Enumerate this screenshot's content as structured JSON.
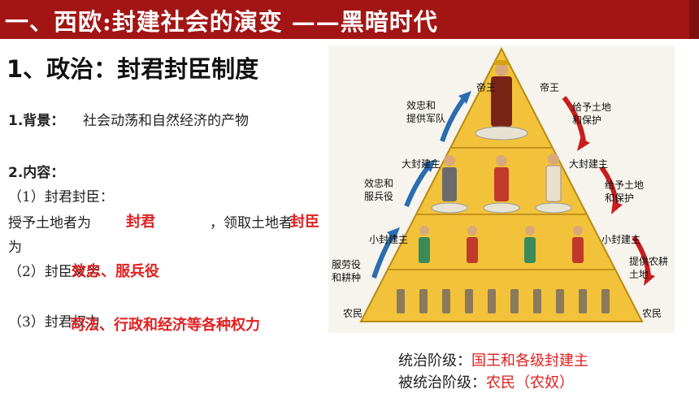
{
  "header": {
    "title": "一、西欧:封建社会的演变 ——黑暗时代"
  },
  "section": {
    "title": "1、政治：封君封臣制度"
  },
  "background": {
    "label": "1.背景：",
    "text": "社会动荡和自然经济的产物"
  },
  "content": {
    "label": "2.内容：",
    "item1": "（1）封君封臣：",
    "line1_a": "授予土地者为",
    "line1_red1": "封君",
    "line1_b": "，领取土地者",
    "line1_red2": "封臣",
    "line1_c": "为",
    "item2": "（2）封臣义务",
    "item2_red": "效忠、服兵役",
    "item3": "（3）封君权力",
    "item3_red": "司法、行政和经济等各种权力"
  },
  "pyramid": {
    "levels": [
      "帝王",
      "大封建主",
      "小封建主",
      "农民"
    ],
    "right_levels": [
      "帝王",
      "大封建主",
      "小封建主",
      "农民"
    ],
    "up_labels": [
      "效忠和\n提供军队",
      "效忠和\n服兵役",
      "服劳役\n和耕种"
    ],
    "down_labels": [
      "给予土地\n和保护",
      "给予土地\n和保护",
      "提供农耕\n土地"
    ]
  },
  "summary": {
    "ruling_label": "统治阶级：",
    "ruling_value": "国王和各级封建主",
    "ruled_label": "被统治阶级：",
    "ruled_value": "农民（农奴）"
  },
  "colors": {
    "title_bar": "#a31515",
    "highlight": "#e02020",
    "pyramid": "#f2c23a",
    "arrow_up": "#2a6db0",
    "arrow_down": "#c81e1e"
  }
}
